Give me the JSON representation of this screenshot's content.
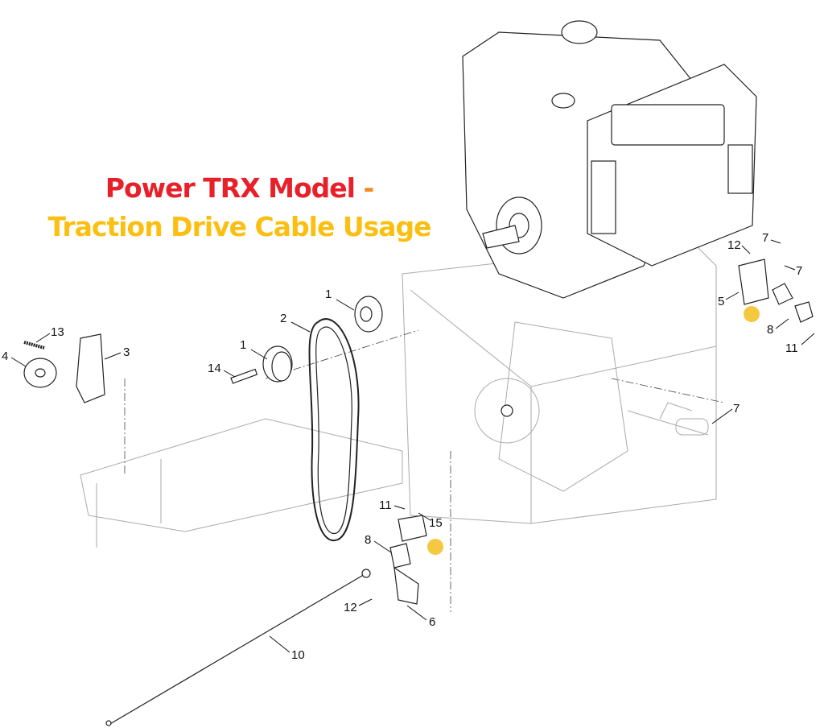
{
  "title": {
    "line1": "Power TRX Model",
    "line1_dash": "-",
    "line2": "Traction Drive Cable Usage",
    "colors": {
      "line1": "#e8202a",
      "dash": "#f08a24",
      "line2": "#fbbf12"
    }
  },
  "callouts": [
    {
      "label": "1"
    },
    {
      "label": "2"
    },
    {
      "label": "1"
    },
    {
      "label": "13"
    },
    {
      "label": "3"
    },
    {
      "label": "4"
    },
    {
      "label": "14"
    },
    {
      "label": "12"
    },
    {
      "label": "7"
    },
    {
      "label": "7"
    },
    {
      "label": "5"
    },
    {
      "label": "8"
    },
    {
      "label": "11"
    },
    {
      "label": "7"
    },
    {
      "label": "11"
    },
    {
      "label": "15"
    },
    {
      "label": "8"
    },
    {
      "label": "12"
    },
    {
      "label": "6"
    },
    {
      "label": "10"
    }
  ],
  "highlight_color": "#f5c842"
}
